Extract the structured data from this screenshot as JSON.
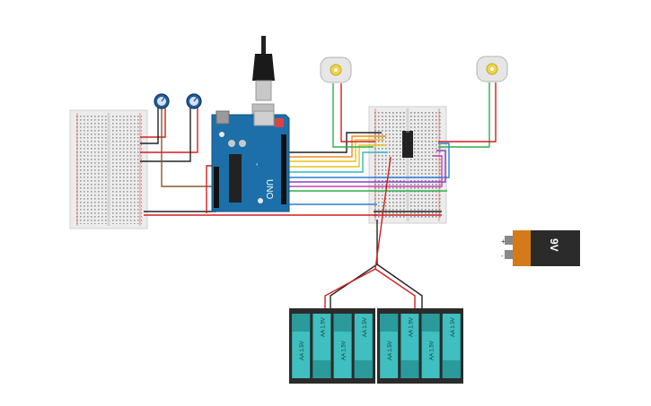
{
  "circuit": {
    "arduino": {
      "brand_text": "UNO"
    },
    "battery_9v": {
      "label": "9V",
      "plus": "+",
      "minus": "-"
    },
    "battery_packs": [
      {
        "cells": [
          {
            "label": "AA 1.5V"
          },
          {
            "label": "AA 1.5V"
          },
          {
            "label": "AA 1.5V"
          },
          {
            "label": "AA 1.5V"
          }
        ]
      },
      {
        "cells": [
          {
            "label": "AA 1.5V"
          },
          {
            "label": "AA 1.5V"
          },
          {
            "label": "AA 1.5V"
          },
          {
            "label": "AA 1.5V"
          }
        ]
      }
    ],
    "colors": {
      "wire_red": "#d21f1f",
      "wire_black": "#222222",
      "wire_green": "#2db04a",
      "wire_yellow": "#e8c21a",
      "wire_orange": "#f08a1c",
      "wire_blue": "#2a7fd4",
      "wire_purple": "#8a3fc9",
      "wire_magenta": "#c93fae",
      "wire_brown": "#8a5a2b",
      "wire_cyan": "#2fb8c9",
      "arduino_board": "#1c6fa8",
      "battery_cell": "#3fbfbf",
      "battery_holder": "#2b2b2b"
    }
  }
}
